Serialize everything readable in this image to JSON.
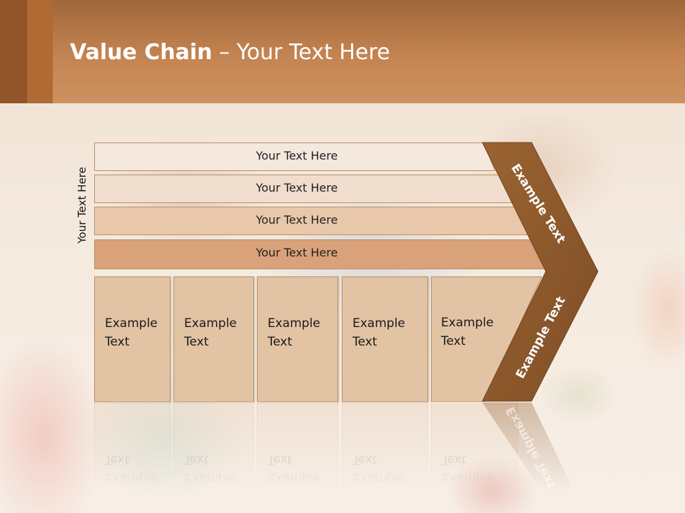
{
  "title": {
    "bold": "Value Chain",
    "rest": " – Your Text Here"
  },
  "side_label": "Your Text Here",
  "support_bars": [
    {
      "label": "Your Text Here",
      "fill": "#f5e8dd"
    },
    {
      "label": "Your Text Here",
      "fill": "#f0ddcd"
    },
    {
      "label": "Your Text Here",
      "fill": "#e9c8aa"
    },
    {
      "label": "Your Text Here",
      "fill": "#d9a27a"
    }
  ],
  "primary_boxes": [
    {
      "line1": "Example",
      "line2": "Text"
    },
    {
      "line1": "Example",
      "line2": "Text"
    },
    {
      "line1": "Example",
      "line2": "Text"
    },
    {
      "line1": "Example",
      "line2": "Text"
    },
    {
      "line1": "Example",
      "line2": "Text"
    }
  ],
  "chevron": {
    "top_label": "Example Text",
    "bottom_label": "Example Text",
    "color": "#8e5a2c"
  },
  "colors": {
    "header": "#c48451",
    "box_fill": "#e2c3a4",
    "box_border": "#b88f6c"
  }
}
